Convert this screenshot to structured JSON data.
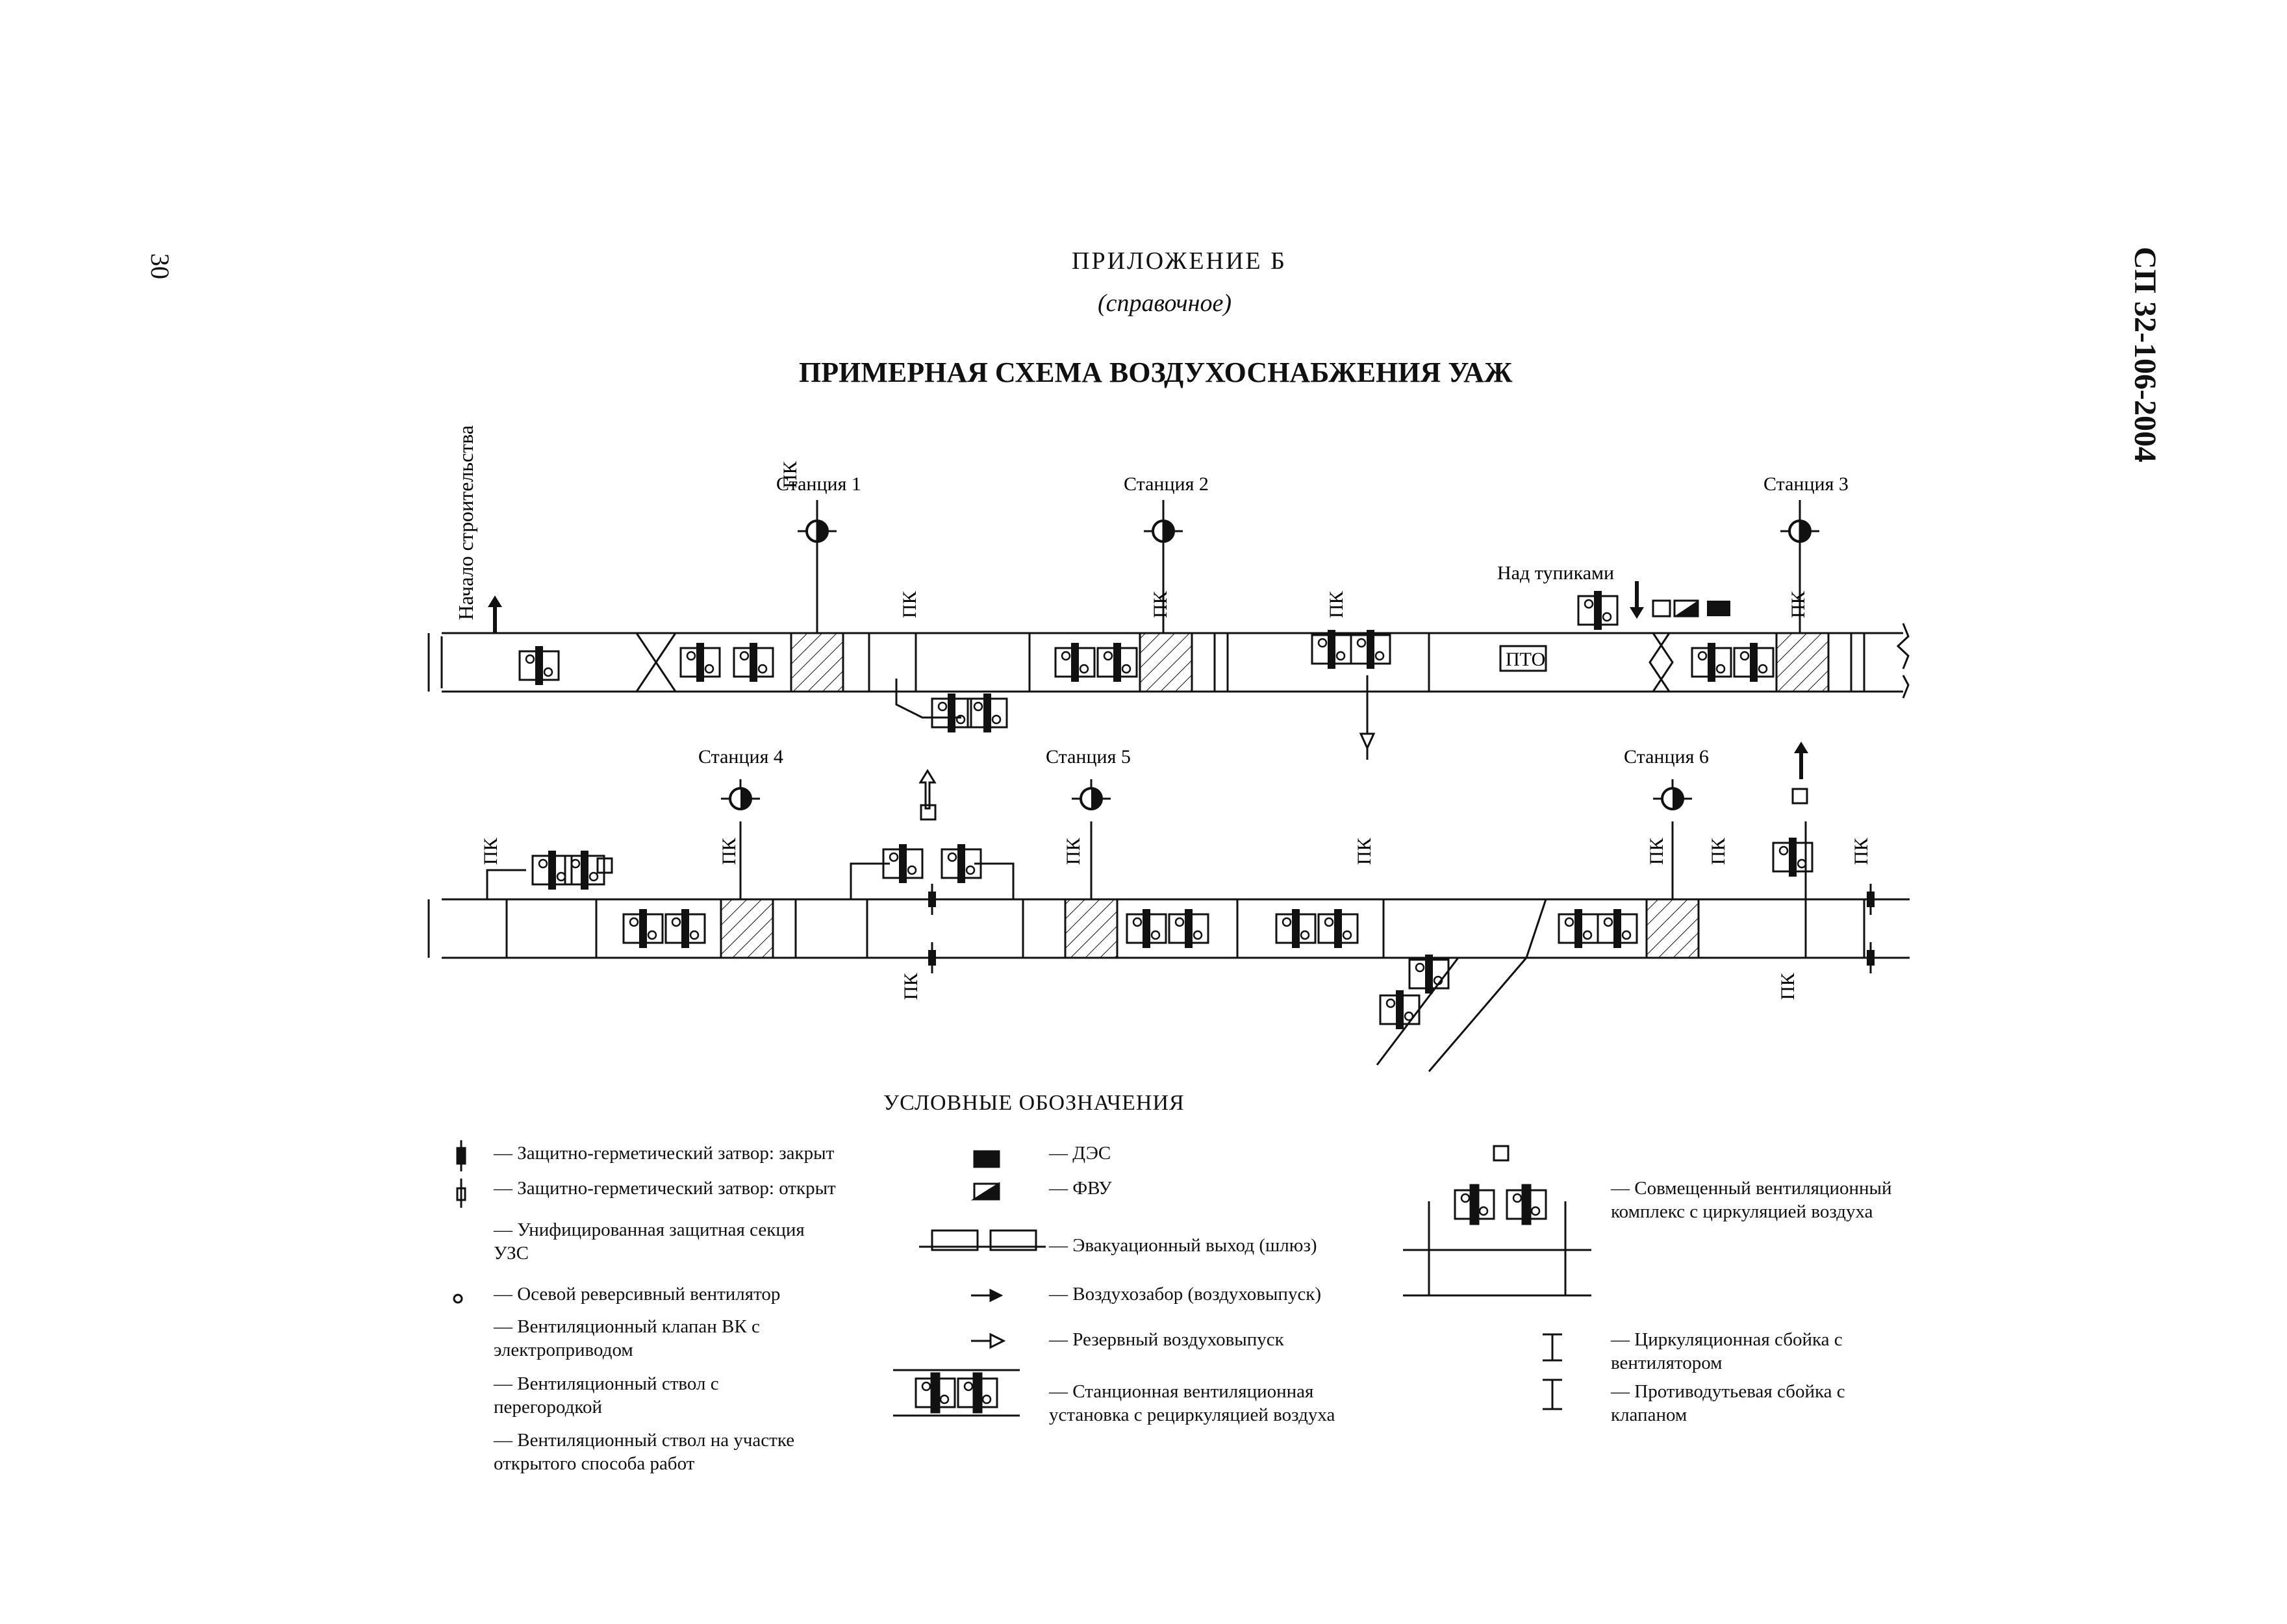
{
  "header": {
    "page_number": "30",
    "doc_code": "СП 32-106-2004",
    "appendix": "ПРИЛОЖЕНИЕ Б",
    "appendix_note": "(справочное)",
    "title": "ПРИМЕРНАЯ СХЕМА ВОЗДУХОСНАБЖЕНИЯ УАЖ"
  },
  "diagram": {
    "start_label": "Начало строительства",
    "pk": "ПК",
    "pto": "ПТО",
    "dead_ends": "Над тупиками",
    "stations": [
      "Станция 1",
      "Станция 2",
      "Станция 3",
      "Станция 4",
      "Станция 5",
      "Станция 6"
    ]
  },
  "legend": {
    "title": "УСЛОВНЫЕ ОБОЗНАЧЕНИЯ",
    "col1": [
      "— Защитно-герметический затвор: закрыт",
      "— Защитно-герметический затвор: открыт",
      "— Унифицированная защитная секция УЗС",
      "— Осевой реверсивный вентилятор",
      "— Вентиляционный клапан ВК с электроприводом",
      "— Вентиляционный ствол с перегородкой",
      "— Вентиляционный ствол на участке открытого способа работ"
    ],
    "col2": [
      "— ДЭС",
      "— ФВУ",
      "— Эвакуационный выход (шлюз)",
      "— Воздухозабор (воздуховыпуск)",
      "— Резервный воздуховыпуск",
      "— Станционная вентиляционная установка с рециркуляцией воздуха"
    ],
    "col3": [
      "— Совмещенный вентиляционный комплекс с циркуляцией воздуха",
      "— Циркуляционная сбойка с вентилятором",
      "— Противодутьевая сбойка с клапаном"
    ]
  }
}
